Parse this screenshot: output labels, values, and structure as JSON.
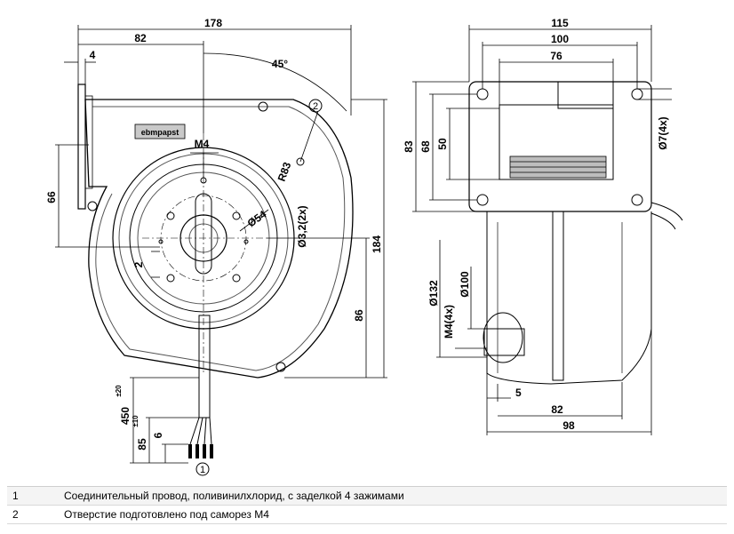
{
  "front_view": {
    "dims": {
      "width_total": "178",
      "width_82": "82",
      "flange_4": "4",
      "angle_45": "45°",
      "radius_83": "R83",
      "height_184": "184",
      "height_86": "86",
      "height_66": "66",
      "hole_3_2": "Ø3,2(2x)",
      "bolt_circle_54": "Ø54",
      "m4": "M4",
      "dim_2": "2",
      "cable_450": "450",
      "cable_450_tol": "±20",
      "cable_85": "85",
      "cable_85_tol": "±10",
      "cable_6": "6"
    },
    "brand_label": "ebmpapst",
    "callout_1": "1",
    "callout_2": "2"
  },
  "side_view": {
    "dims": {
      "width_115": "115",
      "width_100": "100",
      "width_76": "76",
      "height_83": "83",
      "height_68": "68",
      "height_50": "50",
      "hole_7": "Ø7(4x)",
      "dia_132": "Ø132",
      "dia_100": "Ø100",
      "m4_4x": "M4(4x)",
      "dim_5": "5",
      "dim_82": "82",
      "dim_98": "98"
    }
  },
  "legend": [
    {
      "num": "1",
      "text": "Соединительный провод, поливинилхлорид, с заделкой 4 зажимами"
    },
    {
      "num": "2",
      "text": "Отверстие подготовлено под саморез М4"
    }
  ]
}
